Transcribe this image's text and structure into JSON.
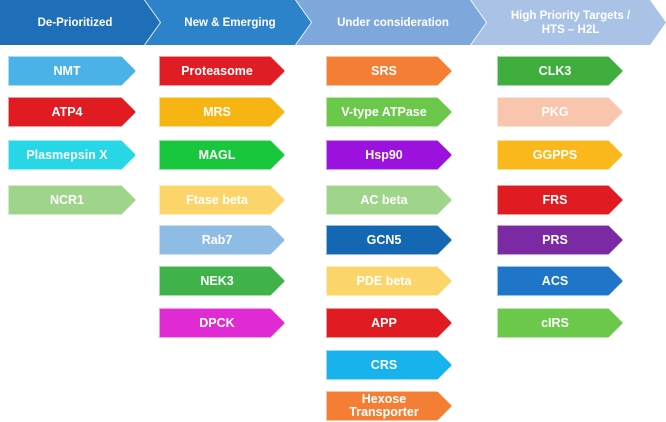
{
  "headers": [
    {
      "label": "De-Prioritized",
      "color": "#1f6fb8"
    },
    {
      "label": "New  & Emerging",
      "color": "#2d83c9"
    },
    {
      "label": "Under consideration",
      "color": "#7ea8db"
    },
    {
      "label": "High Priority Targets /\nHTS – H2L",
      "color": "#a9c2e6"
    }
  ],
  "columns": [
    {
      "name": "De-Prioritized",
      "items": [
        {
          "label": "NMT",
          "color": "#4ab2e6",
          "text_color": "#ffffff"
        },
        {
          "label": "ATP4",
          "color": "#e11b22",
          "text_color": "#ffffff"
        },
        {
          "label": "Plasmepsin X",
          "color": "#27d7e6",
          "text_color": "#ffffff"
        },
        {
          "label": "NCR1",
          "color": "#9fd48b",
          "text_color": "#ffffff"
        }
      ]
    },
    {
      "name": "New & Emerging",
      "items": [
        {
          "label": "Proteasome",
          "color": "#e01c24",
          "text_color": "#ffffff"
        },
        {
          "label": "MRS",
          "color": "#f7b513",
          "text_color": "#ffffff"
        },
        {
          "label": "MAGL",
          "color": "#18c73c",
          "text_color": "#ffffff"
        },
        {
          "label": "Ftase beta",
          "color": "#fbd56a",
          "text_color": "#ffffff"
        },
        {
          "label": "Rab7",
          "color": "#8fbce4",
          "text_color": "#ffffff"
        },
        {
          "label": "NEK3",
          "color": "#3fb24a",
          "text_color": "#ffffff"
        },
        {
          "label": "DPCK",
          "color": "#e02ad4",
          "text_color": "#ffffff"
        }
      ]
    },
    {
      "name": "Under consideration",
      "items": [
        {
          "label": "SRS",
          "color": "#f47f34",
          "text_color": "#ffffff"
        },
        {
          "label": "V-type ATPase",
          "color": "#6cc84a",
          "text_color": "#ffffff"
        },
        {
          "label": "Hsp90",
          "color": "#9b11dd",
          "text_color": "#ffffff"
        },
        {
          "label": "AC beta",
          "color": "#9fd48b",
          "text_color": "#ffffff"
        },
        {
          "label": "GCN5",
          "color": "#1367b3",
          "text_color": "#ffffff"
        },
        {
          "label": "PDE beta",
          "color": "#fbd56a",
          "text_color": "#ffffff"
        },
        {
          "label": "APP",
          "color": "#e11b22",
          "text_color": "#ffffff"
        },
        {
          "label": "CRS",
          "color": "#18b2ec",
          "text_color": "#ffffff"
        },
        {
          "label": "Hexose\nTransporter",
          "color": "#f47f34",
          "text_color": "#ffffff"
        }
      ]
    },
    {
      "name": "High Priority Targets / HTS – H2L",
      "items": [
        {
          "label": "CLK3",
          "color": "#3fae3f",
          "text_color": "#ffffff"
        },
        {
          "label": "PKG",
          "color": "#f9c6ad",
          "text_color": "#ffffff"
        },
        {
          "label": "GGPPS",
          "color": "#fbb81b",
          "text_color": "#ffffff"
        },
        {
          "label": "FRS",
          "color": "#e11b22",
          "text_color": "#ffffff"
        },
        {
          "label": "PRS",
          "color": "#7b2aa4",
          "text_color": "#ffffff"
        },
        {
          "label": "ACS",
          "color": "#1f75c8",
          "text_color": "#ffffff"
        },
        {
          "label": "cIRS",
          "color": "#6cc84a",
          "text_color": "#ffffff"
        }
      ]
    }
  ]
}
